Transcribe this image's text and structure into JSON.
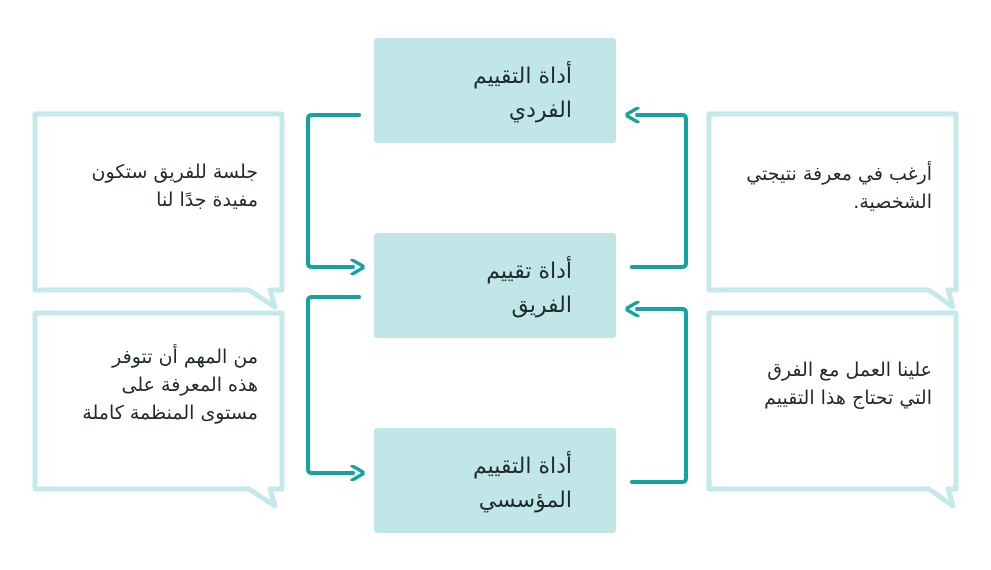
{
  "center_boxes": [
    {
      "line1": "أداة التقييم",
      "line2": "الفردي"
    },
    {
      "line1": "أداة تقييم",
      "line2": "الفريق"
    },
    {
      "line1": "أداة التقييم",
      "line2": "المؤسسي"
    }
  ],
  "left_bubbles": [
    {
      "lines": [
        "جلسة للفريق ستكون",
        "مفيدة جدًا لنا"
      ]
    },
    {
      "lines": [
        "من المهم أن تتوفر",
        "هذه المعرفة على",
        "مستوى المنظمة كاملة"
      ]
    }
  ],
  "right_bubbles": [
    {
      "lines": [
        "أرغب في معرفة نتيجتي",
        "الشخصية."
      ]
    },
    {
      "lines": [
        "علينا العمل مع الفرق",
        "التي تحتاج هذا التقييم"
      ]
    }
  ],
  "colors": {
    "box_fill": "#c0e6e7",
    "bubble_outline": "#c5e9ea",
    "arrow": "#14a39f",
    "text": "#1f2a30"
  }
}
